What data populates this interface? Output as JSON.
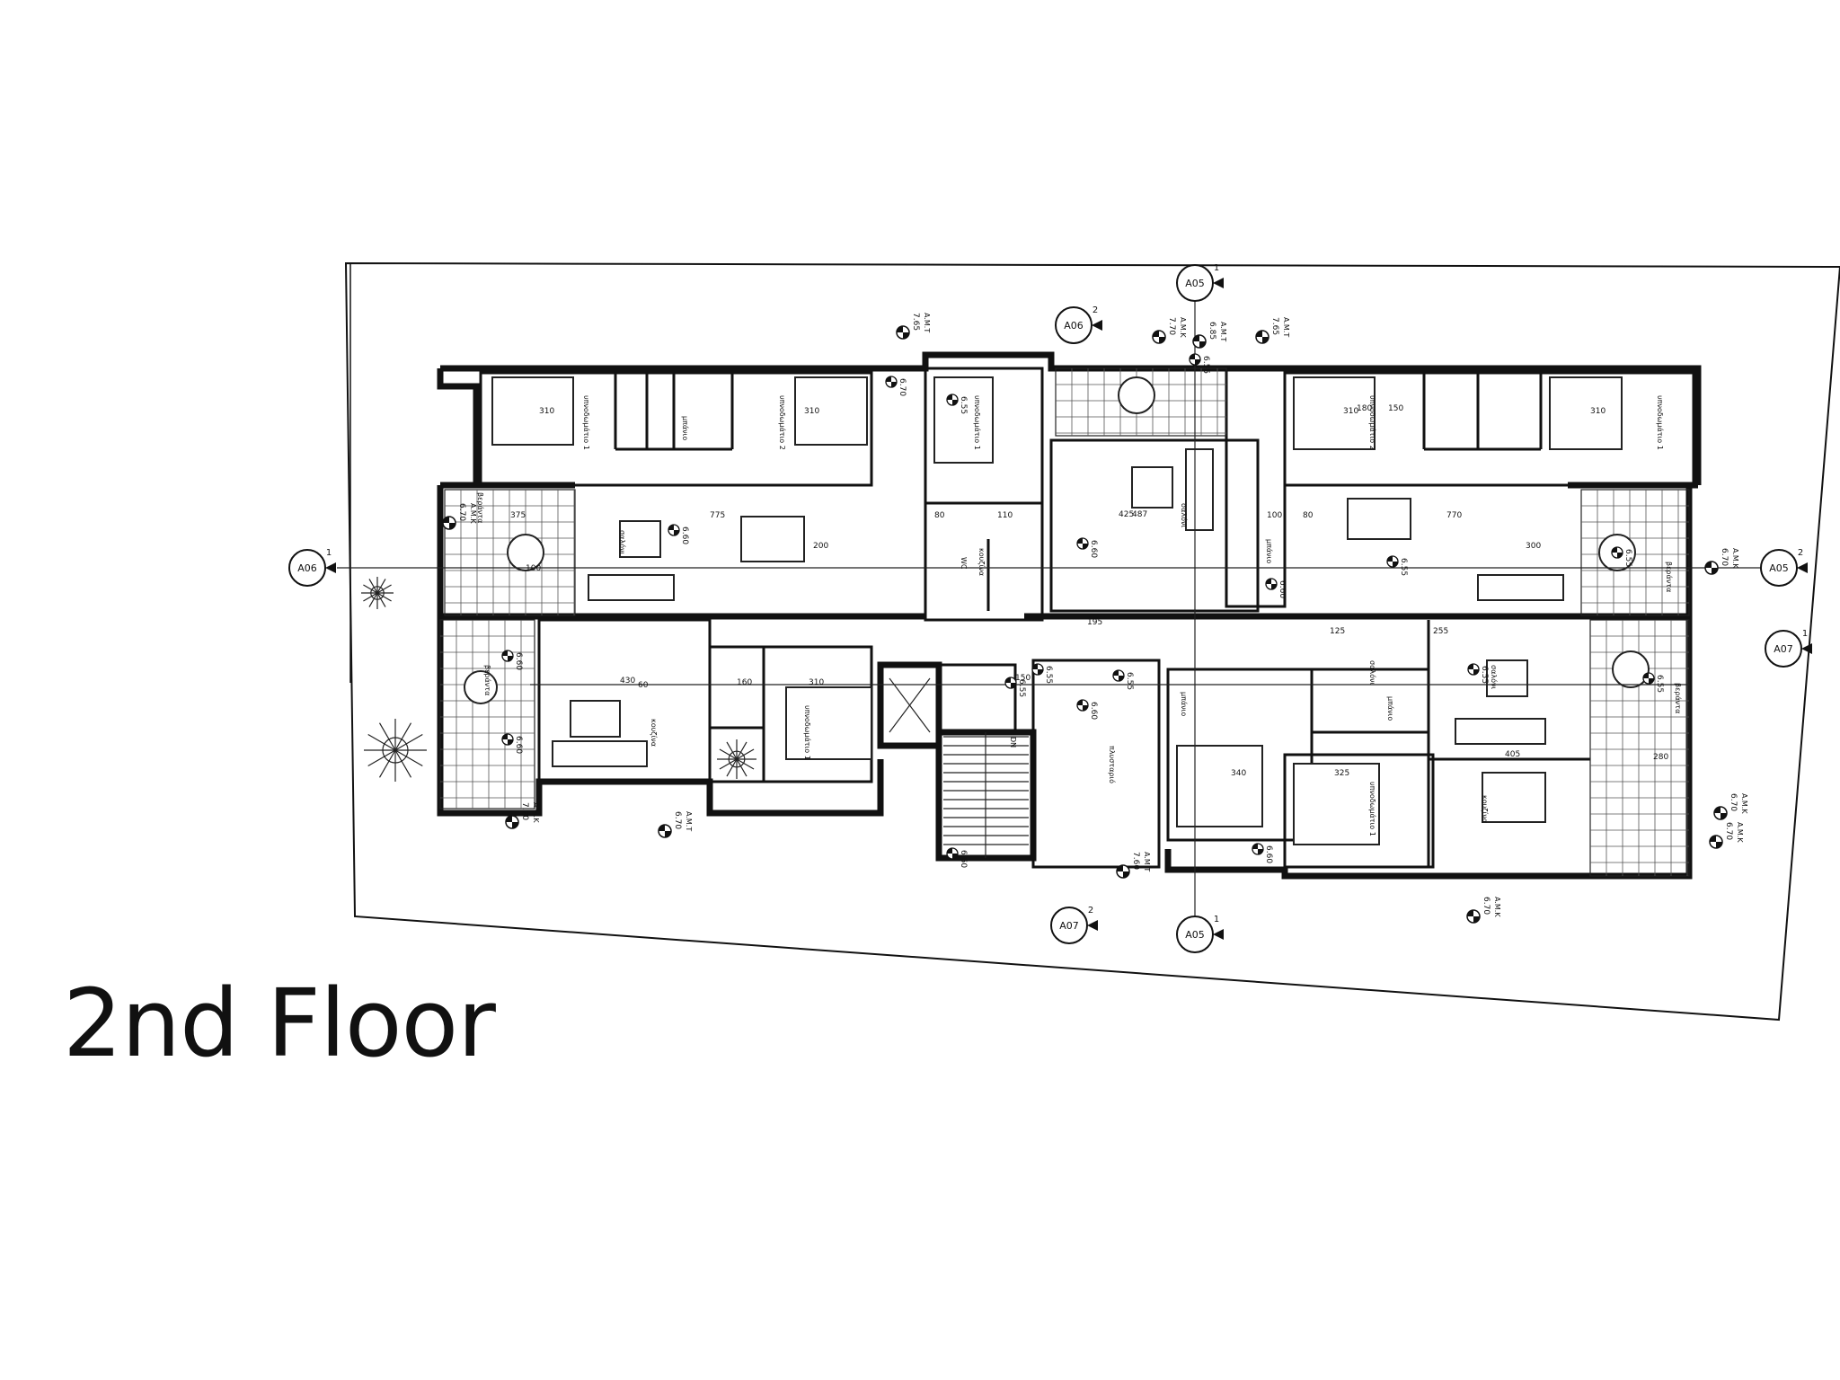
{
  "caption": "2nd Floor",
  "section_marks": [
    {
      "id": "sec-a06-west",
      "code": "A06",
      "num": "1"
    },
    {
      "id": "sec-a06-north",
      "code": "A06",
      "num": "2"
    },
    {
      "id": "sec-a05-north",
      "code": "A05",
      "num": "1"
    },
    {
      "id": "sec-a05-east",
      "code": "A05",
      "num": "2"
    },
    {
      "id": "sec-a07-east",
      "code": "A07",
      "num": "1"
    },
    {
      "id": "sec-a07-south",
      "code": "A07",
      "num": "2"
    },
    {
      "id": "sec-a05-south",
      "code": "A05",
      "num": "1"
    }
  ],
  "level_marks": [
    {
      "value": "7.65",
      "note": "A.M.T"
    },
    {
      "value": "7.70",
      "note": "A.M.K"
    },
    {
      "value": "6.85",
      "note": "A.M.T"
    },
    {
      "value": "7.65",
      "note": "A.M.T"
    },
    {
      "value": "6.70",
      "note": "A.M.K"
    },
    {
      "value": "6.70",
      "note": "A.M.K"
    },
    {
      "value": "6.70",
      "note": "A.M.K"
    },
    {
      "value": "7.70",
      "note": "A.M.K"
    },
    {
      "value": "6.70",
      "note": "A.M.T"
    },
    {
      "value": "7.60",
      "note": "A.M.T"
    },
    {
      "value": "6.70",
      "note": "A.M.K"
    },
    {
      "value": "6.70",
      "note": "A.M.K"
    }
  ],
  "floor_levels": [
    "6.70",
    "6.55",
    "6.60",
    "6.60",
    "6.55",
    "6.55",
    "6.60",
    "6.60",
    "6.60",
    "6.55",
    "6.55",
    "6.55",
    "6.60",
    "6.55",
    "6.60",
    "6.60",
    "6.55",
    "6.55"
  ],
  "dimensions": [
    "310",
    "310",
    "310",
    "310",
    "775",
    "770",
    "425",
    "487",
    "430",
    "405",
    "325",
    "340",
    "310",
    "375",
    "200",
    "300",
    "280",
    "110",
    "100",
    "100",
    "160",
    "150",
    "80",
    "80",
    "60",
    "150",
    "125",
    "255",
    "195",
    "180"
  ],
  "room_labels": [
    "υπνοδωμάτιο 1",
    "υπνοδωμάτιο 2",
    "υπνοδωμάτιο 1",
    "υπνοδωμάτιο 2",
    "υπνοδωμάτιο 1",
    "υπνοδωμάτιο 1",
    "υπνοδωμάτιο 1",
    "κουζίνα",
    "κουζίνα",
    "κουζίνα",
    "σαλόνι",
    "σαλόνι",
    "σαλόνι",
    "σαλόνι",
    "μπάνιο",
    "μπάνιο",
    "μπάνιο",
    "μπάνιο",
    "βεράντα",
    "βεράντα",
    "βεράντα",
    "βεράντα",
    "WC",
    "DN",
    "πλυσταριό"
  ]
}
